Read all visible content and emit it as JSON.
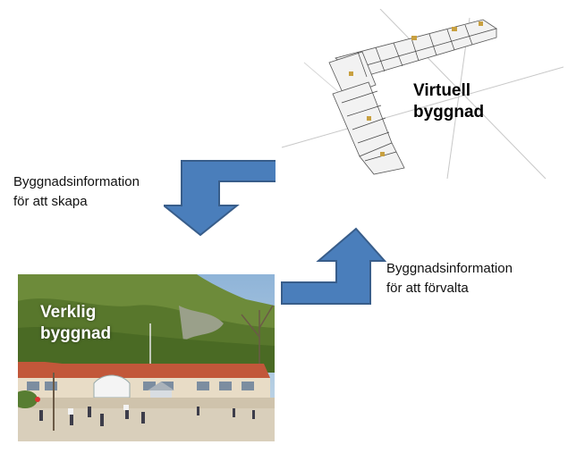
{
  "virtual_building": {
    "title": "Virtuell\nbyggnad",
    "model_icon": "3d-building-model-icon"
  },
  "real_building": {
    "title": "Verklig\nbyggnad",
    "photo_icon": "school-building-photo"
  },
  "flow_to_real": {
    "label": "Byggnadsinformation\nför att skapa",
    "arrow_icon": "arrow-down-left-icon"
  },
  "flow_to_virtual": {
    "label": "Byggnadsinformation\nför att förvalta",
    "arrow_icon": "arrow-up-right-icon"
  },
  "colors": {
    "arrow_fill": "#4A7EBB",
    "arrow_stroke": "#385D8A"
  }
}
